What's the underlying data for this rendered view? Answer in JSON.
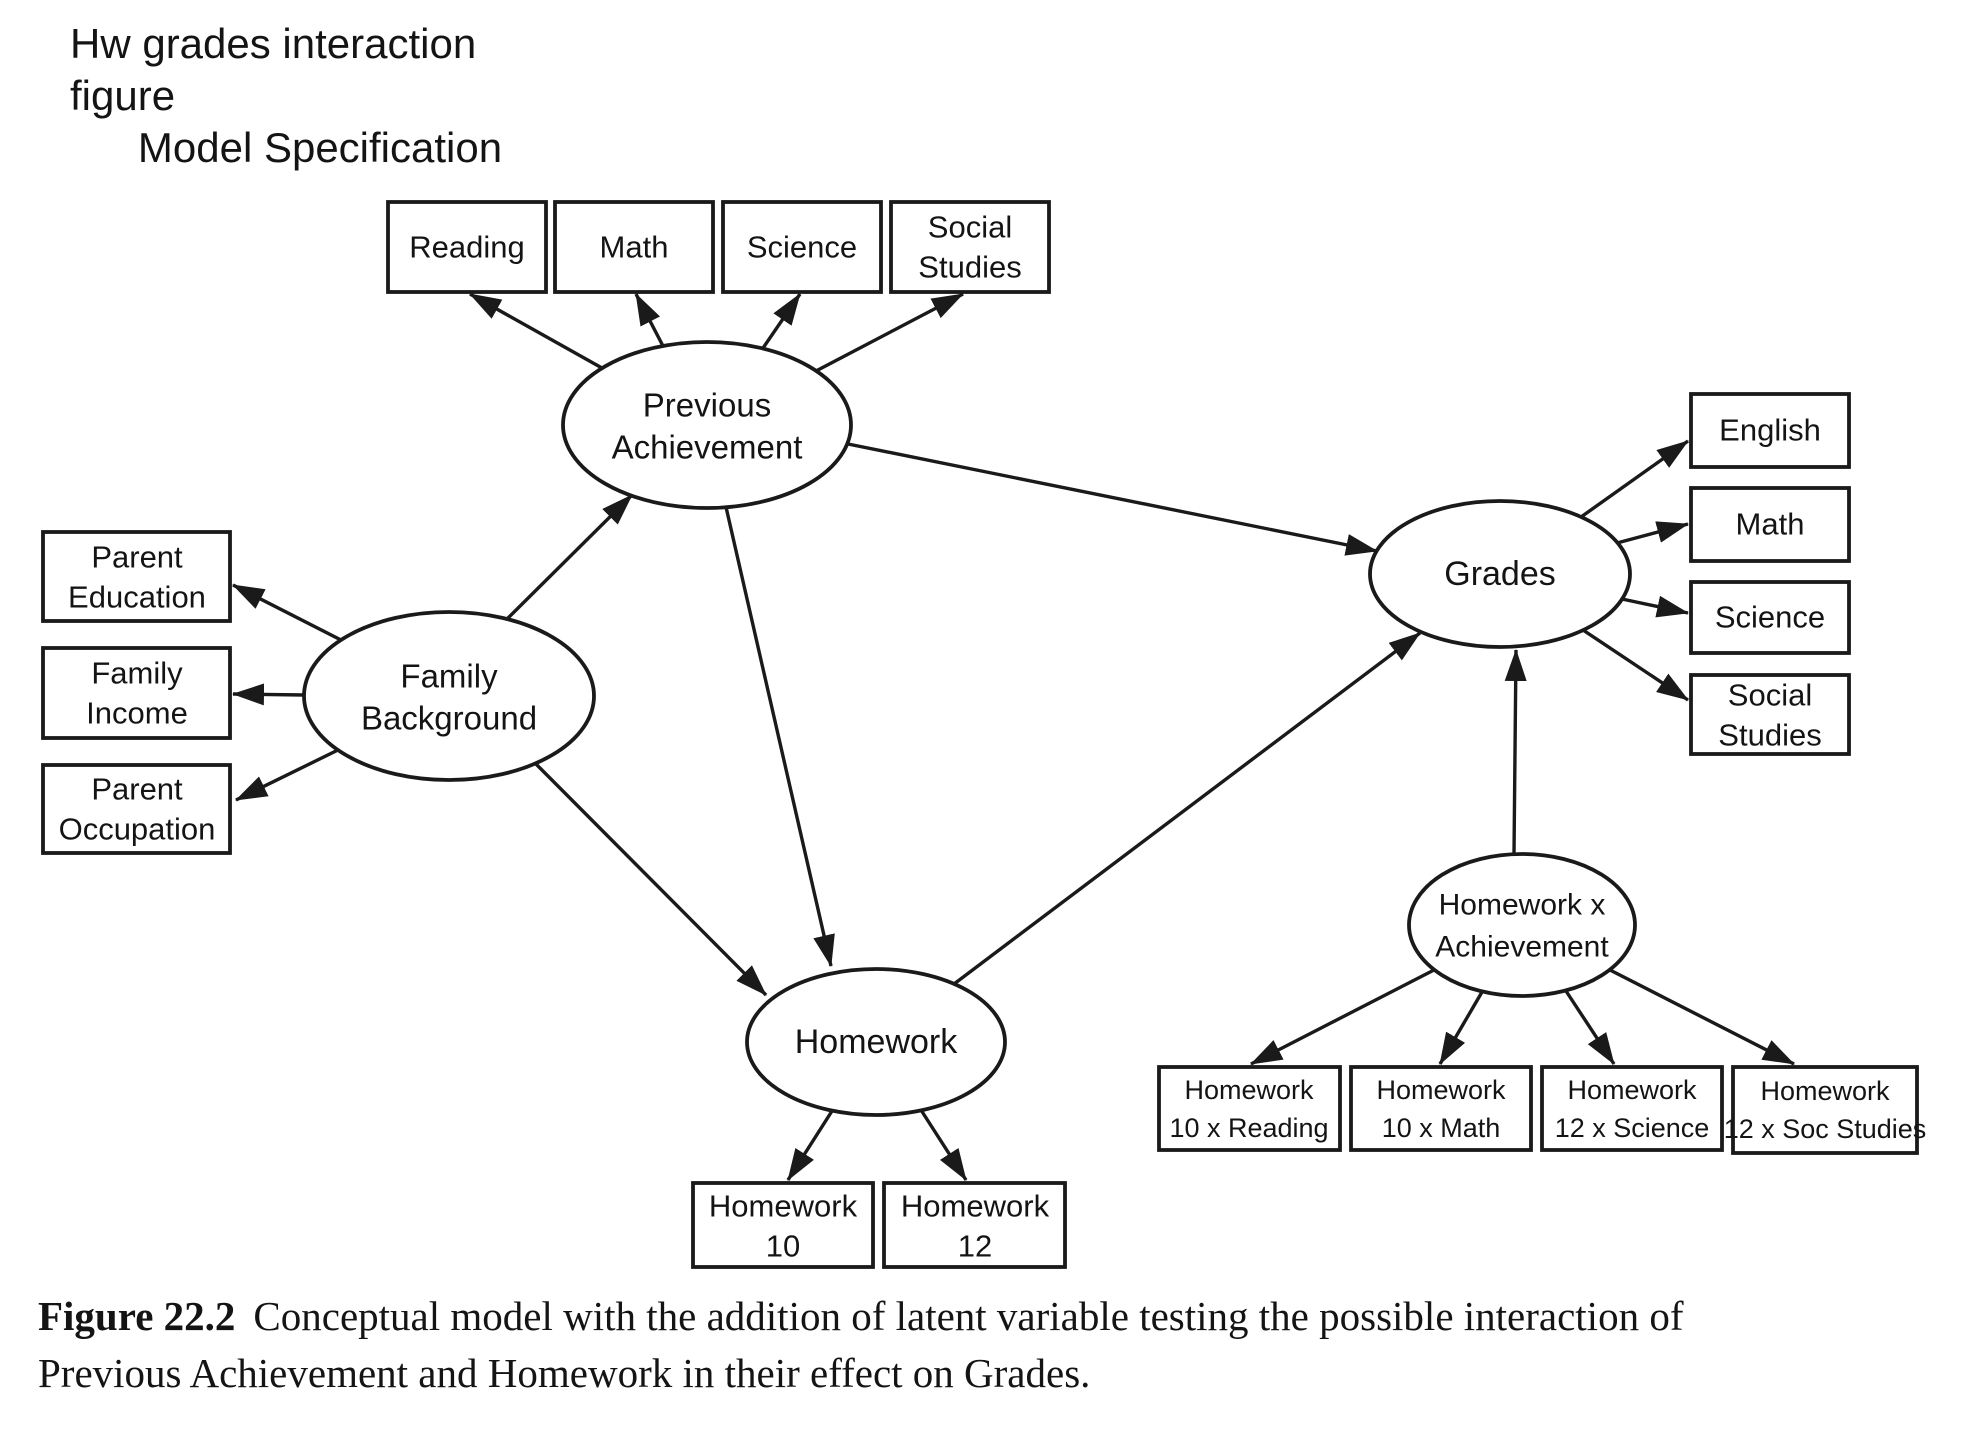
{
  "title": {
    "line1": "Hw grades interaction figure",
    "line2": "Model Specification"
  },
  "caption": {
    "label": "Figure 22.2",
    "line1": "Conceptual model with the addition of latent variable testing the possible interaction of",
    "line2": "Previous Achievement and Homework in their effect on Grades."
  },
  "colors": {
    "ink": "#1a1a1a",
    "background": "#ffffff"
  },
  "latent": {
    "previous_achievement": {
      "line1": "Previous",
      "line2": "Achievement"
    },
    "family_background": {
      "line1": "Family",
      "line2": "Background"
    },
    "grades": {
      "label": "Grades"
    },
    "homework": {
      "label": "Homework"
    },
    "homework_x_achievement": {
      "line1": "Homework x",
      "line2": "Achievement"
    }
  },
  "observed": {
    "reading": {
      "label": "Reading"
    },
    "math_prev": {
      "label": "Math"
    },
    "science_prev": {
      "label": "Science"
    },
    "social_studies_prev": {
      "line1": "Social",
      "line2": "Studies"
    },
    "parent_education": {
      "line1": "Parent",
      "line2": "Education"
    },
    "family_income": {
      "line1": "Family",
      "line2": "Income"
    },
    "parent_occupation": {
      "line1": "Parent",
      "line2": "Occupation"
    },
    "english": {
      "label": "English"
    },
    "math_grades": {
      "label": "Math"
    },
    "science_grades": {
      "label": "Science"
    },
    "social_studies_grades": {
      "line1": "Social",
      "line2": "Studies"
    },
    "homework_10": {
      "line1": "Homework",
      "line2": "10"
    },
    "homework_12": {
      "line1": "Homework",
      "line2": "12"
    },
    "hw10_reading": {
      "line1": "Homework",
      "line2": "10 x Reading"
    },
    "hw10_math": {
      "line1": "Homework",
      "line2": "10 x Math"
    },
    "hw12_science": {
      "line1": "Homework",
      "line2": "12 x Science"
    },
    "hw12_soc": {
      "line1": "Homework",
      "line2": "12 x Soc Studies"
    }
  },
  "edges": [
    "previous_achievement -> reading",
    "previous_achievement -> math_prev",
    "previous_achievement -> science_prev",
    "previous_achievement -> social_studies_prev",
    "previous_achievement -> grades",
    "previous_achievement -> homework",
    "family_background -> parent_education",
    "family_background -> family_income",
    "family_background -> parent_occupation",
    "family_background -> previous_achievement",
    "family_background -> homework",
    "homework -> grades",
    "homework -> homework_10",
    "homework -> homework_12",
    "homework_x_achievement -> grades",
    "homework_x_achievement -> hw10_reading",
    "homework_x_achievement -> hw10_math",
    "homework_x_achievement -> hw12_science",
    "homework_x_achievement -> hw12_soc",
    "grades -> english",
    "grades -> math_grades",
    "grades -> science_grades",
    "grades -> social_studies_grades"
  ]
}
